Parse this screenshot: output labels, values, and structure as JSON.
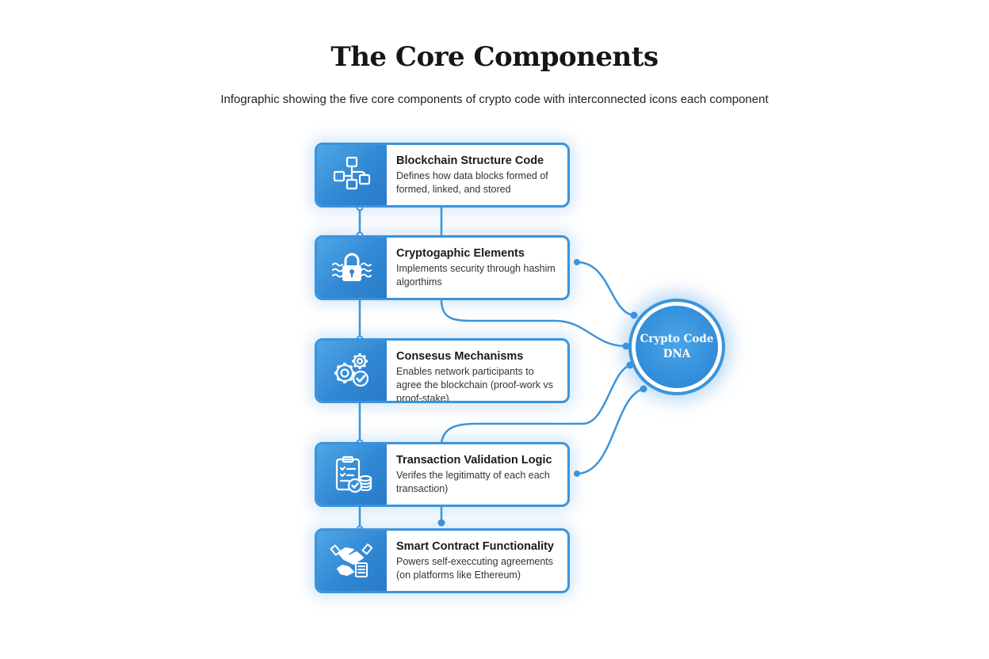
{
  "header": {
    "title": "The Core Components",
    "subtitle": "Infographic showing the five core components of crypto code with interconnected icons each component"
  },
  "theme": {
    "accent": "#3a94dc",
    "icon_panel": "#2f86d2",
    "background": "#ffffff"
  },
  "components": [
    {
      "icon": "blockchain-blocks-icon",
      "title": "Blockchain Structure Code",
      "description": "Defines how data blocks formed of formed, linked, and stored"
    },
    {
      "icon": "padlock-icon",
      "title": "Cryptogaphic Elements",
      "description": "Implements security through hashim algorthims"
    },
    {
      "icon": "gears-check-icon",
      "title": "Consesus Mechanisms",
      "description": "Enables network participants to agree the blockchain (proof-work vs proof-stake)"
    },
    {
      "icon": "clipboard-coins-icon",
      "title": "Transaction Validation Logic",
      "description": "Verifes the legitimatty of each each transaction)"
    },
    {
      "icon": "handshake-contract-icon",
      "title": "Smart Contract Functionality",
      "description": "Powers self-execcuting agreements (on platforms like Ethereum)"
    }
  ],
  "hub": {
    "label": "Crypto Code DNA"
  }
}
